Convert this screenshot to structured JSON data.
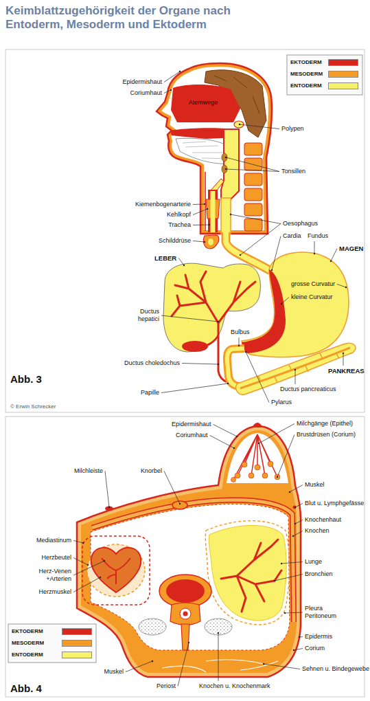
{
  "diagram": {
    "title": "Keimblattzugehörigkeit der Organe nach Entoderm, Mesoderm und Ektoderm",
    "labels": [
      "Epidermishaut",
      "Coriumhaut",
      "Atemwege",
      "Polypen",
      "Tonsillen",
      "Kiemenbogenarterie",
      "Kehlkopf",
      "Trachea",
      "Schilddrüse",
      "Oesophagus",
      "Cardia",
      "Fundus",
      "LEBER",
      "MAGEN",
      "grosse Curvatur",
      "kleine Curvatur",
      "Ductus hepatici",
      "Bulbus",
      "PANKREAS",
      "Ductus choledochus",
      "Ductus pancreaticus",
      "Papille",
      "Pylarus",
      "Abb. 3",
      "© Erwin Schrecker",
      "Epidermishaut",
      "Coriumhaut",
      "Milchgänge (Epithel)",
      "Brustdrüsen (Corium)",
      "Milchleiste",
      "Knorbel",
      "Muskel",
      "Blut u. Lymphgefässe",
      "Knochenhaut",
      "Knochen",
      "Mediastinum",
      "Herzbeutel",
      "Herz-Venen +Arterien",
      "Herzmuskel",
      "Lunge",
      "Bronchien",
      "Pleura Peritoneum",
      "Epidermis",
      "Corium",
      "Sehnen u. Bindegewebe",
      "Muskel",
      "Periost",
      "Knochen u. Knochenmark",
      "Abb. 4"
    ],
    "legend": [
      {
        "text": "EKTODERM",
        "color": "#d9261c"
      },
      {
        "text": "MESODERM",
        "color": "#f39a27"
      },
      {
        "text": "ENTODERM",
        "color": "#f9f06b"
      },
      {
        "text": "EKTODERM",
        "color": "#d9261c"
      },
      {
        "text": "MESODERM",
        "color": "#f39a27"
      },
      {
        "text": "ENTODERM",
        "color": "#f9f06b"
      }
    ]
  }
}
